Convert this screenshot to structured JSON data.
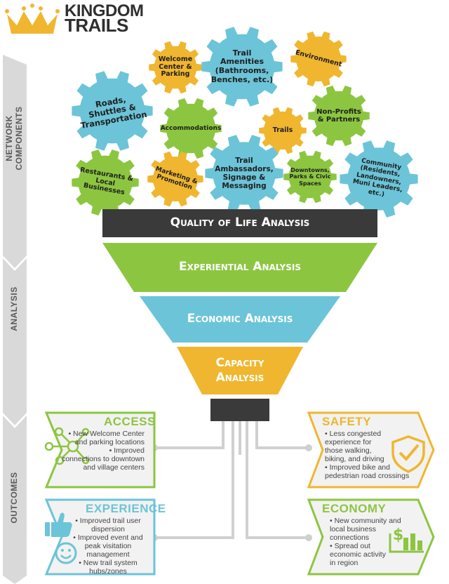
{
  "logo": {
    "line1": "KINGDOM",
    "line2": "TRAILS"
  },
  "side_labels": [
    "NETWORK COMPONENTS",
    "ANALYSIS",
    "OUTCOMES"
  ],
  "gears": [
    {
      "name": "roads",
      "text": "Roads, Shuttles & Transportation",
      "color": "#6cc4d8"
    },
    {
      "name": "welcome",
      "text": "Welcome Center & Parking",
      "color": "#f0b62f"
    },
    {
      "name": "amenities",
      "text": "Trail Amenities (Bathrooms, Benches, etc.)",
      "color": "#6cc4d8"
    },
    {
      "name": "environment",
      "text": "Environment",
      "color": "#f0b62f"
    },
    {
      "name": "accommodations",
      "text": "Accommodations",
      "color": "#8cc640"
    },
    {
      "name": "trails",
      "text": "Trails",
      "color": "#f0b62f"
    },
    {
      "name": "nonprofits",
      "text": "Non-Profits & Partners",
      "color": "#8cc640"
    },
    {
      "name": "restaurants",
      "text": "Restaurants & Local Businesses",
      "color": "#8cc640"
    },
    {
      "name": "marketing",
      "text": "Marketing & Promotion",
      "color": "#f0b62f"
    },
    {
      "name": "ambassadors",
      "text": "Trail Ambassadors, Signage & Messaging",
      "color": "#6cc4d8"
    },
    {
      "name": "downtowns",
      "text": "Downtowns, Parks & Civic Spaces",
      "color": "#8cc640"
    },
    {
      "name": "community",
      "text": "Community (Residents, Landowners, Muni Leaders, etc.)",
      "color": "#6cc4d8"
    }
  ],
  "funnel": [
    {
      "name": "quality",
      "text": "Quality of Life Analysis",
      "color": "#3a3a3b"
    },
    {
      "name": "experiential",
      "text": "Experiential Analysis",
      "color": "#8cc640"
    },
    {
      "name": "economic",
      "text": "Economic Analysis",
      "color": "#6cc4d8"
    },
    {
      "name": "capacity",
      "text": "Capacity Analysis",
      "color": "#f0b62f"
    }
  ],
  "outcomes": [
    {
      "name": "access",
      "title": "ACCESS",
      "color": "#8cc640",
      "icon": "network-icon",
      "lines": [
        "• New Welcome Center",
        "and parking locations",
        "• Improved",
        "connections to downtown",
        "and village centers"
      ]
    },
    {
      "name": "safety",
      "title": "SAFETY",
      "color": "#f0b62f",
      "icon": "shield-check-icon",
      "lines": [
        "• Less congested",
        "experience for",
        "those walking,",
        "biking, and driving",
        "• Improved bike and",
        "pedestrian road crossings"
      ]
    },
    {
      "name": "experience",
      "title": "EXPERIENCE",
      "color": "#6cc4d8",
      "icon": "thumbs-up-smiley-icon",
      "lines": [
        "• Improved trail user",
        "dispersion",
        "• Improved event and",
        "peak visitation",
        "management",
        "• New trail system",
        "hubs/zones"
      ]
    },
    {
      "name": "economy",
      "title": "ECONOMY",
      "color": "#8cc640",
      "icon": "dollar-chart-icon",
      "lines": [
        "• New community and",
        "local business",
        "connections",
        "• Spread out",
        "economic activity",
        "in region"
      ]
    }
  ]
}
